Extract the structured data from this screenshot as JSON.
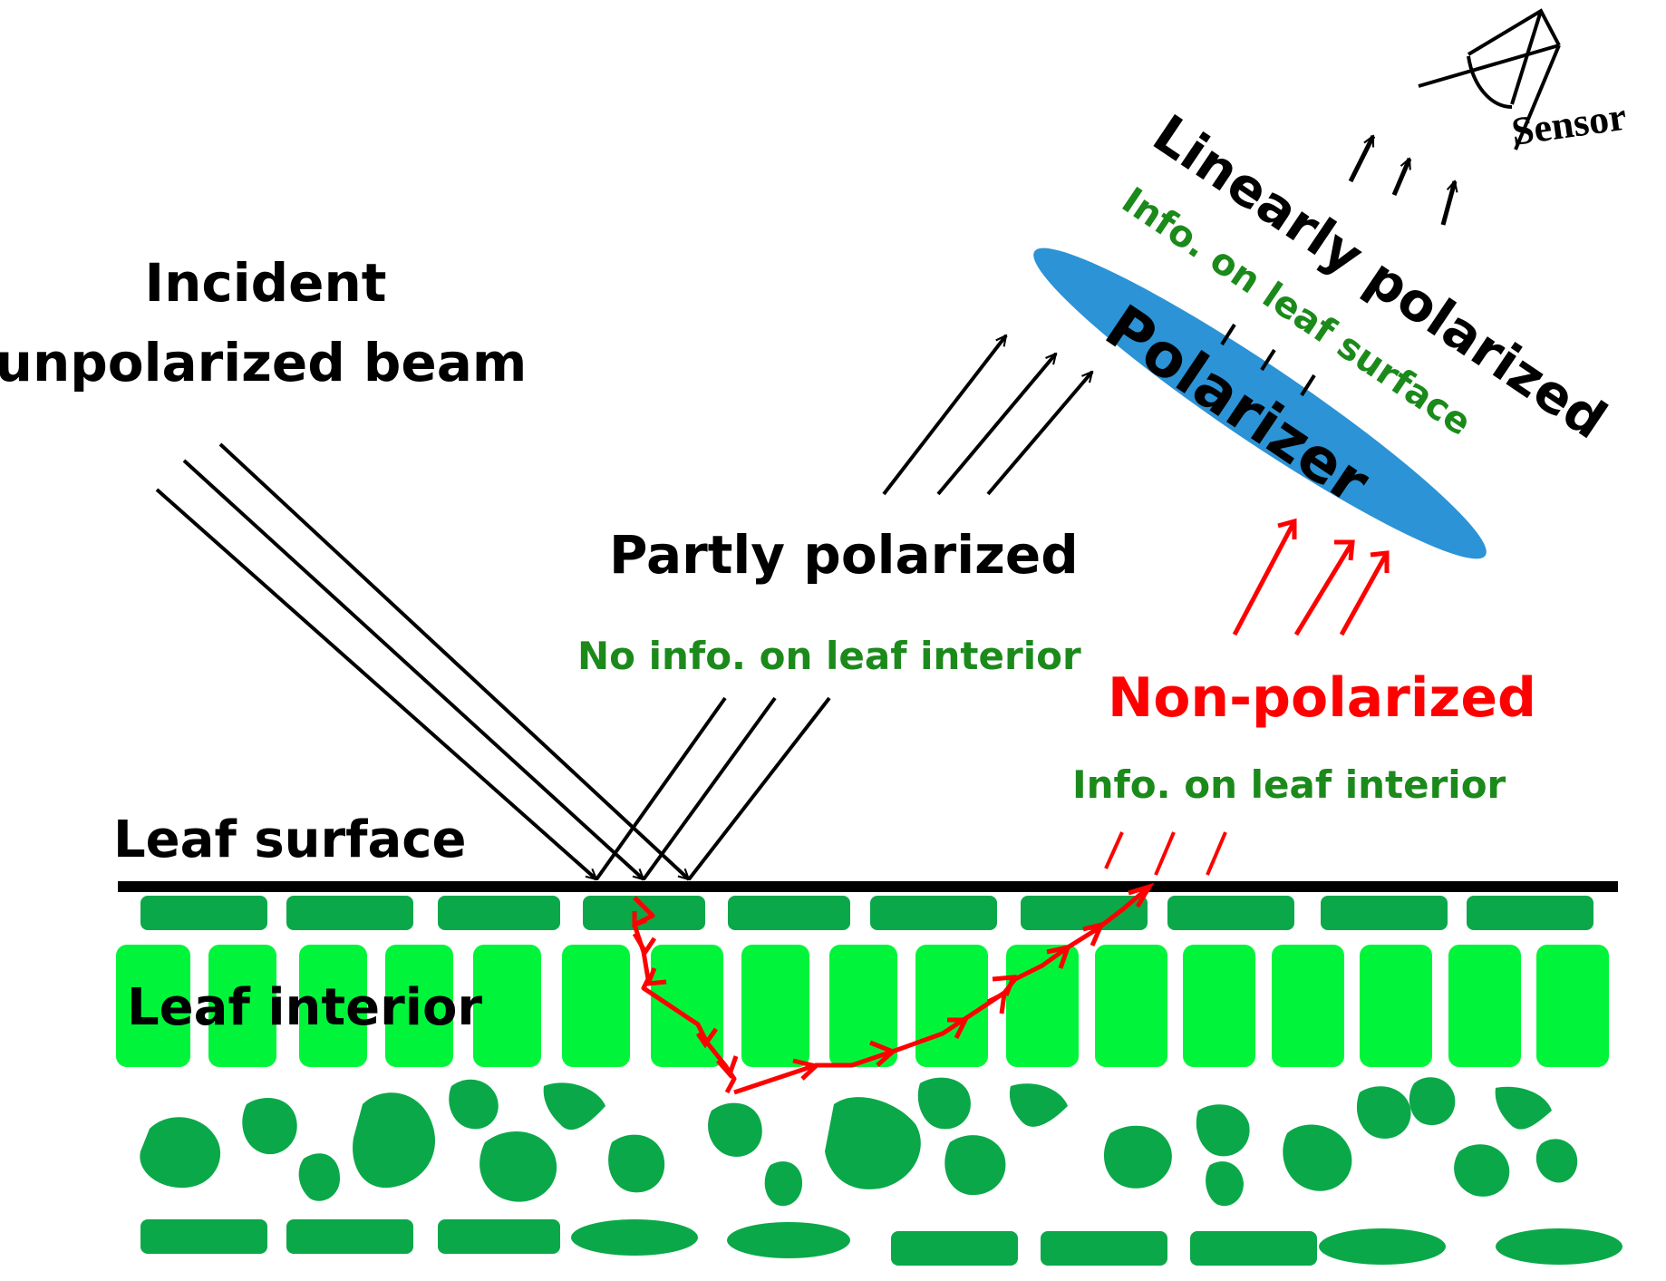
{
  "labels": {
    "incident_line1": "Incident",
    "incident_line2": "unpolarized beam",
    "partly_polarized": "Partly polarized",
    "no_info_interior": "No info. on leaf interior",
    "non_polarized": "Non-polarized",
    "info_interior": "Info. on leaf interior",
    "leaf_surface": "Leaf surface",
    "leaf_interior": "Leaf interior",
    "polarizer": "Polarizer",
    "linearly_polarized": "Linearly polarized",
    "info_surface": "Info. on leaf surface",
    "sensor": "Sensor"
  },
  "colors": {
    "black_text": "#000000",
    "info_green": "#1b8a1b",
    "non_polarized_red": "#ff0000",
    "polarizer_blue": "#2b93d6",
    "epidermis_green": "#0aa849",
    "palisade_green": "#00f53a",
    "spongy_green": "#0aa849"
  },
  "icons": {
    "sensor": "eye-sensor-icon"
  }
}
